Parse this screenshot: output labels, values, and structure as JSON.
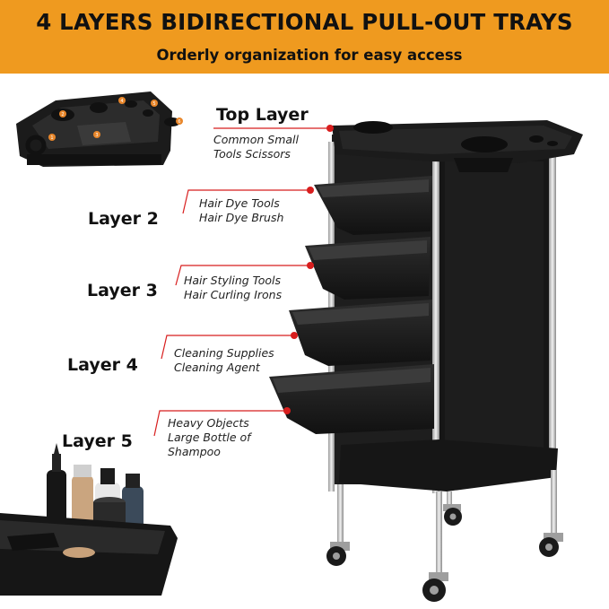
{
  "banner": {
    "headline": "4 LAYERS BIDIRECTIONAL PULL-OUT TRAYS",
    "subheadline": "Orderly organization for easy access",
    "color": "#ef9a1f"
  },
  "layers": [
    {
      "title": "Top Layer",
      "lines": [
        "Common Small",
        "Tools Scissors"
      ]
    },
    {
      "title": "Layer 2",
      "lines": [
        "Hair Dye Tools",
        "Hair Dye Brush"
      ]
    },
    {
      "title": "Layer 3",
      "lines": [
        "Hair Styling Tools",
        "Hair Curling Irons"
      ]
    },
    {
      "title": "Layer 4",
      "lines": [
        "Cleaning Supplies",
        "Cleaning Agent"
      ]
    },
    {
      "title": "Layer 5",
      "lines": [
        "Heavy Objects",
        "Large Bottle of",
        "Shampoo"
      ]
    }
  ],
  "top_tray_markers": [
    "1",
    "2",
    "3",
    "4",
    "5",
    "6"
  ],
  "accent_color": "#d81e1e",
  "product_color": "#1c1c1c"
}
